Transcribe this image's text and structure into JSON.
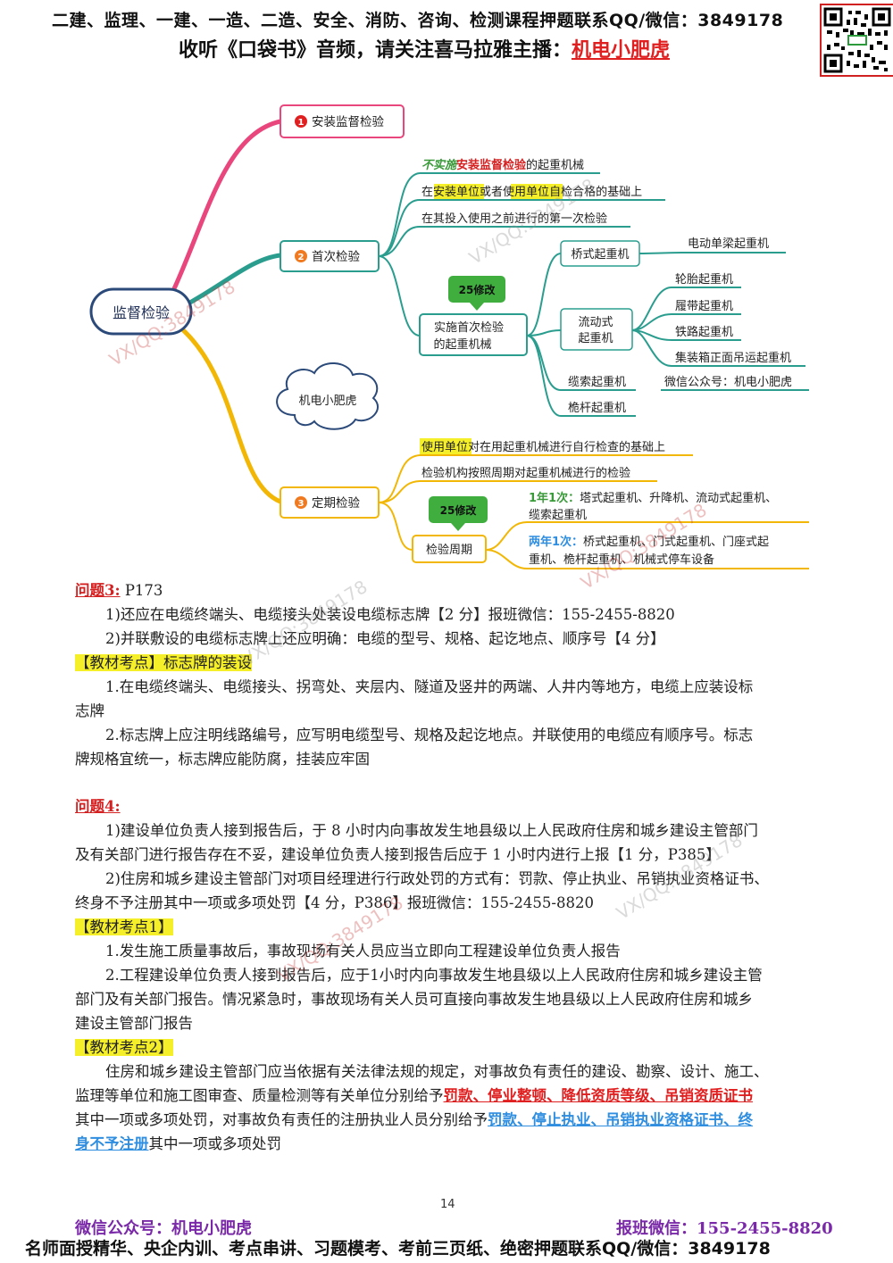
{
  "header": {
    "line1": "二建、监理、一建、一造、二造、安全、消防、咨询、检测课程押题联系QQ/微信：3849178",
    "line2_prefix": "收听《口袋书》音频，请关注喜马拉雅主播：",
    "line2_name": "机电小肥虎"
  },
  "mindmap": {
    "root": "监督检验",
    "cloud": "机电小肥虎",
    "b1": {
      "num": "1",
      "label": "安装监督检验"
    },
    "b2": {
      "num": "2",
      "label": "首次检验"
    },
    "b2_lines": {
      "l1_a": "不实施",
      "l1_b": "安装监督检验",
      "l1_c": "的起重机械",
      "l2_a": "在",
      "l2_b": "安装单位",
      "l2_c": "或者",
      "l2_d": "使用单位",
      "l2_e": "自检合格的基础上",
      "l3": "在其投入使用之前进行的第一次检验"
    },
    "badge25a": "25修改",
    "first_box": {
      "line1": "实施首次检验",
      "line2": "的起重机械"
    },
    "bridge": "桥式起重机",
    "bridge_child": "电动单梁起重机",
    "mobile": {
      "line1": "流动式",
      "line2": "起重机"
    },
    "mobile_children": [
      "轮胎起重机",
      "履带起重机",
      "铁路起重机",
      "集装箱正面吊运起重机"
    ],
    "cable": "缆索起重机",
    "wechat": "微信公众号：机电小肥虎",
    "mast": "桅杆起重机",
    "b3": {
      "num": "3",
      "label": "定期检验"
    },
    "b3_lines": {
      "l1_a": "使用单位",
      "l1_b": "对在用起重机械进行自行检查的基础上",
      "l2": "检验机构按照周期对起重机械进行的检验"
    },
    "badge25b": "25修改",
    "cycle": "检验周期",
    "year1": {
      "tag": "1年1次：",
      "line1": "塔式起重机、升降机、流动式起重机、",
      "line2": "缆索起重机"
    },
    "year2": {
      "tag": "两年1次：",
      "line1": "桥式起重机、门式起重机、门座式起",
      "line2": "重机、桅杆起重机、机械式停车设备"
    }
  },
  "q3": {
    "title": "问题3:",
    "ref": " P173",
    "a1": "1)还应在电缆终端头、电缆接头处装设电缆标志牌【2 分】报班微信：155-2455-8820",
    "a2": "2)并联敷设的电缆标志牌上还应明确：电缆的型号、规格、起讫地点、顺序号【4 分】",
    "kp": "【教材考点】标志牌的装设",
    "p1a": "1.在电缆终端头、电缆接头、拐弯处、夹层内、隧道及竖井的两端、人井内等地方，电缆上应装设标",
    "p1b": "志牌",
    "p2a": "2.标志牌上应注明线路编号，应写明电缆型号、规格及起讫地点。并联使用的电缆应有顺序号。标志",
    "p2b": "牌规格宜统一，标志牌应能防腐，挂装应牢固"
  },
  "q4": {
    "title": "问题4:",
    "a1a": "1)建设单位负责人接到报告后，于 8 小时内向事故发生地县级以上人民政府住房和城乡建设主管部门",
    "a1b": "及有关部门进行报告存在不妥，建设单位负责人接到报告后应于 1 小时内进行上报【1 分，P385】",
    "a2a": "2)住房和城乡建设主管部门对项目经理进行行政处罚的方式有：罚款、停止执业、吊销执业资格证书、",
    "a2b": "终身不予注册其中一项或多项处罚【4 分，P386】报班微信：155-2455-8820",
    "kp1": "【教材考点1】",
    "k1p1": "1.发生施工质量事故后，事故现场有关人员应当立即向工程建设单位负责人报告",
    "k1p2a": "2.工程建设单位负责人接到报告后，应于1小时内向事故发生地县级以上人民政府住房和城乡建设主管",
    "k1p2b": "部门及有关部门报告。情况紧急时，事故现场有关人员可直接向事故发生地县级以上人民政府住房和城乡",
    "k1p2c": "建设主管部门报告",
    "kp2": "【教材考点2】",
    "k2a_1": "住房和城乡建设主管部门应当依据有关法律法规的规定，对事故负有责任的建设、勘察、设计、施工、",
    "k2b_1": "监理等单位和施工图审查、质量检测等有关单位分别给予",
    "k2b_red": "罚款、停业整顿、降低资质等级、吊销资质证书",
    "k2c_1": "其中一项或多项处罚，对事故负有责任的注册执业人员分别给予",
    "k2c_blue": "罚款、停止执业、吊销执业资格证书、终",
    "k2d_blue": "身不予注册",
    "k2d_2": "其中一项或多项处罚"
  },
  "page_number": "14",
  "footer": {
    "left": "微信公众号：机电小肥虎",
    "right": "报班微信：155-2455-8820",
    "bottom": "名师面授精华、央企内训、考点串讲、习题模考、考前三页纸、绝密押题联系QQ/微信：3849178"
  },
  "watermark": "VX/QQ:3849178",
  "colors": {
    "pink": "#e8467c",
    "teal": "#2a9d8f",
    "gold": "#f2b705",
    "navy": "#2b4a7a",
    "red": "#e02020",
    "green": "#3a9a3a"
  }
}
